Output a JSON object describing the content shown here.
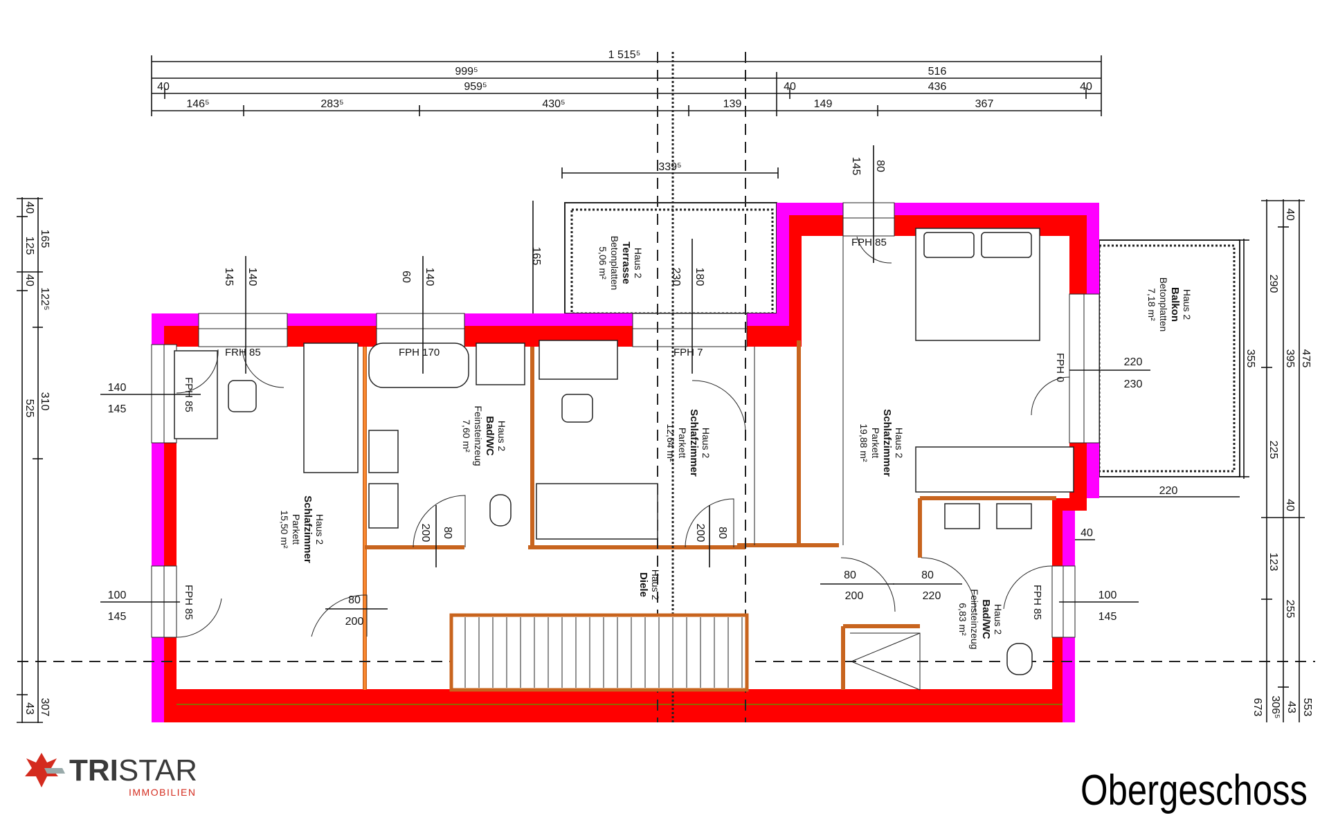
{
  "title": "Obergeschoss",
  "logo": {
    "brand_bold": "TRI",
    "brand_light": "STAR",
    "sub": "IMMOBILIEN"
  },
  "colors": {
    "outer_wall": "#ff00ff",
    "bearing_wall": "#ff0000",
    "interior_wall": "#c8641e",
    "brand_red": "#d42b1e",
    "brand_dark": "#3a3a3a"
  },
  "dimensions": {
    "top_total": "1 515⁵",
    "top_row2": [
      "999⁵",
      "516"
    ],
    "top_row3": [
      "40",
      "959⁵",
      "40",
      "436",
      "40"
    ],
    "top_row4": [
      "146⁵",
      "283⁵",
      "430⁵",
      "139",
      "149",
      "367"
    ],
    "terrace_width": "339⁵",
    "left_outer": [
      "40",
      "125",
      "40",
      "525",
      "43"
    ],
    "left_inner": [
      "165",
      "122⁵",
      "310",
      "307"
    ],
    "right": [
      "355",
      "290",
      "225",
      "40",
      "395",
      "475",
      "40",
      "123",
      "255",
      "673",
      "306⁵",
      "43",
      "553"
    ],
    "balcony_width": "220",
    "openings": {
      "w_left_top": [
        "140",
        "145"
      ],
      "w_left_bottom": [
        "100",
        "145"
      ],
      "w_right_bottom": [
        "100",
        "145"
      ],
      "w_balcony": [
        "220",
        "230"
      ],
      "v1": [
        "145",
        "140"
      ],
      "v2": [
        "60",
        "140"
      ],
      "v3": "165",
      "v4": [
        "230",
        "180"
      ],
      "v5": [
        "145",
        "80"
      ],
      "door1": [
        "80",
        "200"
      ],
      "door2": [
        "200",
        "80"
      ],
      "door3": [
        "200",
        "80"
      ],
      "door4": [
        "80",
        "200"
      ],
      "door5": [
        "80",
        "220"
      ],
      "notch": "40"
    }
  },
  "heaters": [
    "FRH 85",
    "FPH 170",
    "FPH 7",
    "FPH 85",
    "FPH 85",
    "FPH 85",
    "FPH 0",
    "FPH 85"
  ],
  "rooms": {
    "terrace": [
      "Haus 2",
      "Terrasse",
      "Betonplatten",
      "5,06 m²"
    ],
    "balcony": [
      "Haus 2",
      "Balkon",
      "Betonplatten",
      "7,18 m²"
    ],
    "bedroom1": [
      "Haus 2",
      "Schlafzimmer",
      "Parkett",
      "15,50 m²"
    ],
    "bath1": [
      "Haus 2",
      "Bad/WC",
      "Feinsteinzeug",
      "7,60 m²"
    ],
    "bedroom2": [
      "Haus 2",
      "Schlafzimmer",
      "Parkett",
      "12,64 m²"
    ],
    "hall": [
      "Haus 2",
      "Diele"
    ],
    "bedroom3": [
      "Haus 2",
      "Schlafzimmer",
      "Parkett",
      "19,88 m²"
    ],
    "bath2": [
      "Haus 2",
      "Bad/WC",
      "Feinsteinzeug",
      "6,83 m²"
    ]
  }
}
